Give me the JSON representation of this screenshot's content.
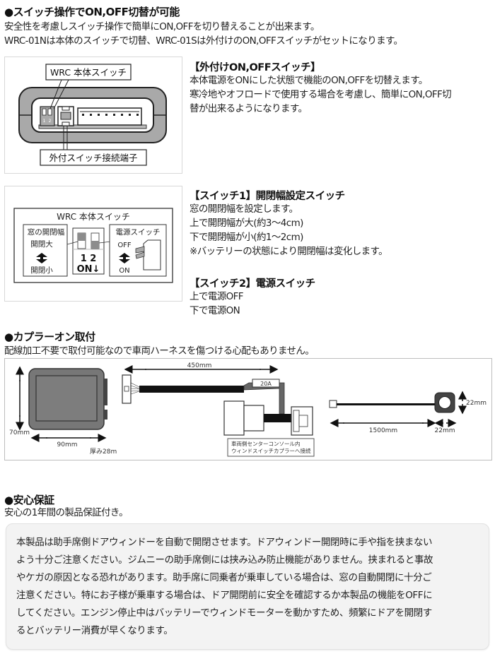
{
  "section1": {
    "heading": "●スイッチ操作でON,OFF切替が可能",
    "lines": [
      "安全性を考慮しスイッチ操作で簡単にON,OFFを切り替えることが出来ます。",
      "WRC-01Nは本体のスイッチで切替、WRC-01Sは外付けのON,OFFスイッチがセットになります。"
    ],
    "figure1": {
      "label_top": "WRC 本体スイッチ",
      "label_bottom": "外付スイッチ接続端子",
      "dip_labels": [
        "1",
        "2"
      ]
    },
    "external_switch": {
      "heading": "【外付けON,OFFスイッチ】",
      "lines": [
        "本体電源をONにした状態で機能のON,OFFを切替えます。",
        "寒冷地やオフロードで使用する場合を考慮し、簡単にON,OFF切",
        "替が出来るようになります。"
      ]
    },
    "figure2": {
      "title": "WRC 本体スイッチ",
      "left_title": "窓の開閉幅",
      "left_top": "開閉大",
      "left_bottom": "開閉小",
      "dip_numbers": "1 2",
      "dip_on": "ON↓",
      "right_title": "電源スイッチ",
      "right_top": "OFF",
      "right_bottom": "ON"
    },
    "switch1": {
      "heading": "【スイッチ1】開閉幅設定スイッチ",
      "lines": [
        "窓の開閉幅を設定します。",
        "上で開閉幅が大(約3～4cm)",
        "下で開閉幅が小(約1～2cm)",
        "※バッテリーの状態により開閉幅は変化します。"
      ]
    },
    "switch2": {
      "heading": "【スイッチ2】電源スイッチ",
      "lines": [
        "上で電源OFF",
        "下で電源ON"
      ]
    }
  },
  "section2": {
    "heading": "●カプラーオン取付",
    "line": "配線加工不要で取付可能なので車両ハーネスを傷つける心配もありません。",
    "diagram": {
      "dim_height": "70mm",
      "dim_width": "90mm",
      "thickness": "厚み28m",
      "harness_length": "450mm",
      "fuse": "20A",
      "connect_note": [
        "車両側センターコンソール内",
        "ウィンドスイッチカプラーへ接続"
      ],
      "cable_length": "1500mm",
      "switch_width": "22mm",
      "switch_height": "22mm"
    }
  },
  "section3": {
    "heading": "●安心保証",
    "line": "安心の1年間の製品保証付き。"
  },
  "warning": {
    "lines": [
      "本製品は助手席側ドアウィンドーを自動で開閉させます。ドアウィンドー開閉時に手や指を挟まない",
      "よう十分ご注意ください。ジムニーの助手席側には挟み込み防止機能がありません。挟まれると事故",
      "やケガの原因となる恐れがあります。助手席に同乗者が乗車している場合は、窓の自動開閉に十分ご",
      "注意ください。特にお子様が乗車する場合は、ドア開閉前に安全を確認するか本製品の機能をOFFに",
      "してください。エンジン停止中はバッテリーでウィンドモーターを動かすため、頻繁にドアを開閉す",
      "るとバッテリー消費が早くなります。"
    ]
  },
  "colors": {
    "device_gray": "#a9a9a9",
    "dark_gray": "#6e6e6e",
    "warning_bg": "#f3f3f3"
  }
}
